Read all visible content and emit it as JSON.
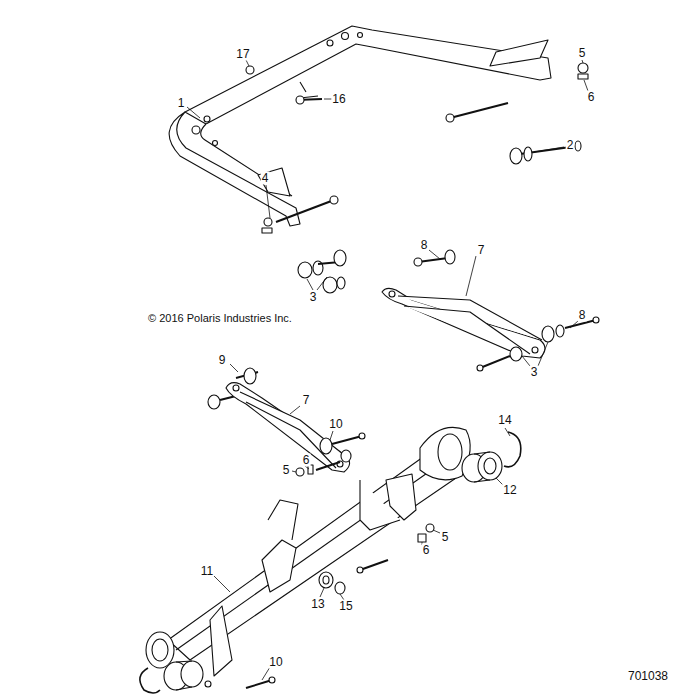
{
  "diagram": {
    "labels": [
      "5",
      "17",
      "6",
      "16",
      "1",
      "2",
      "4",
      "8",
      "7",
      "3",
      "© 2016 Polaris Industries Inc.",
      "8",
      "9",
      "3",
      "7",
      "14",
      "10",
      "6",
      "5",
      "12",
      "5",
      "6",
      "11",
      "13",
      "15",
      "10",
      "701038"
    ]
  }
}
